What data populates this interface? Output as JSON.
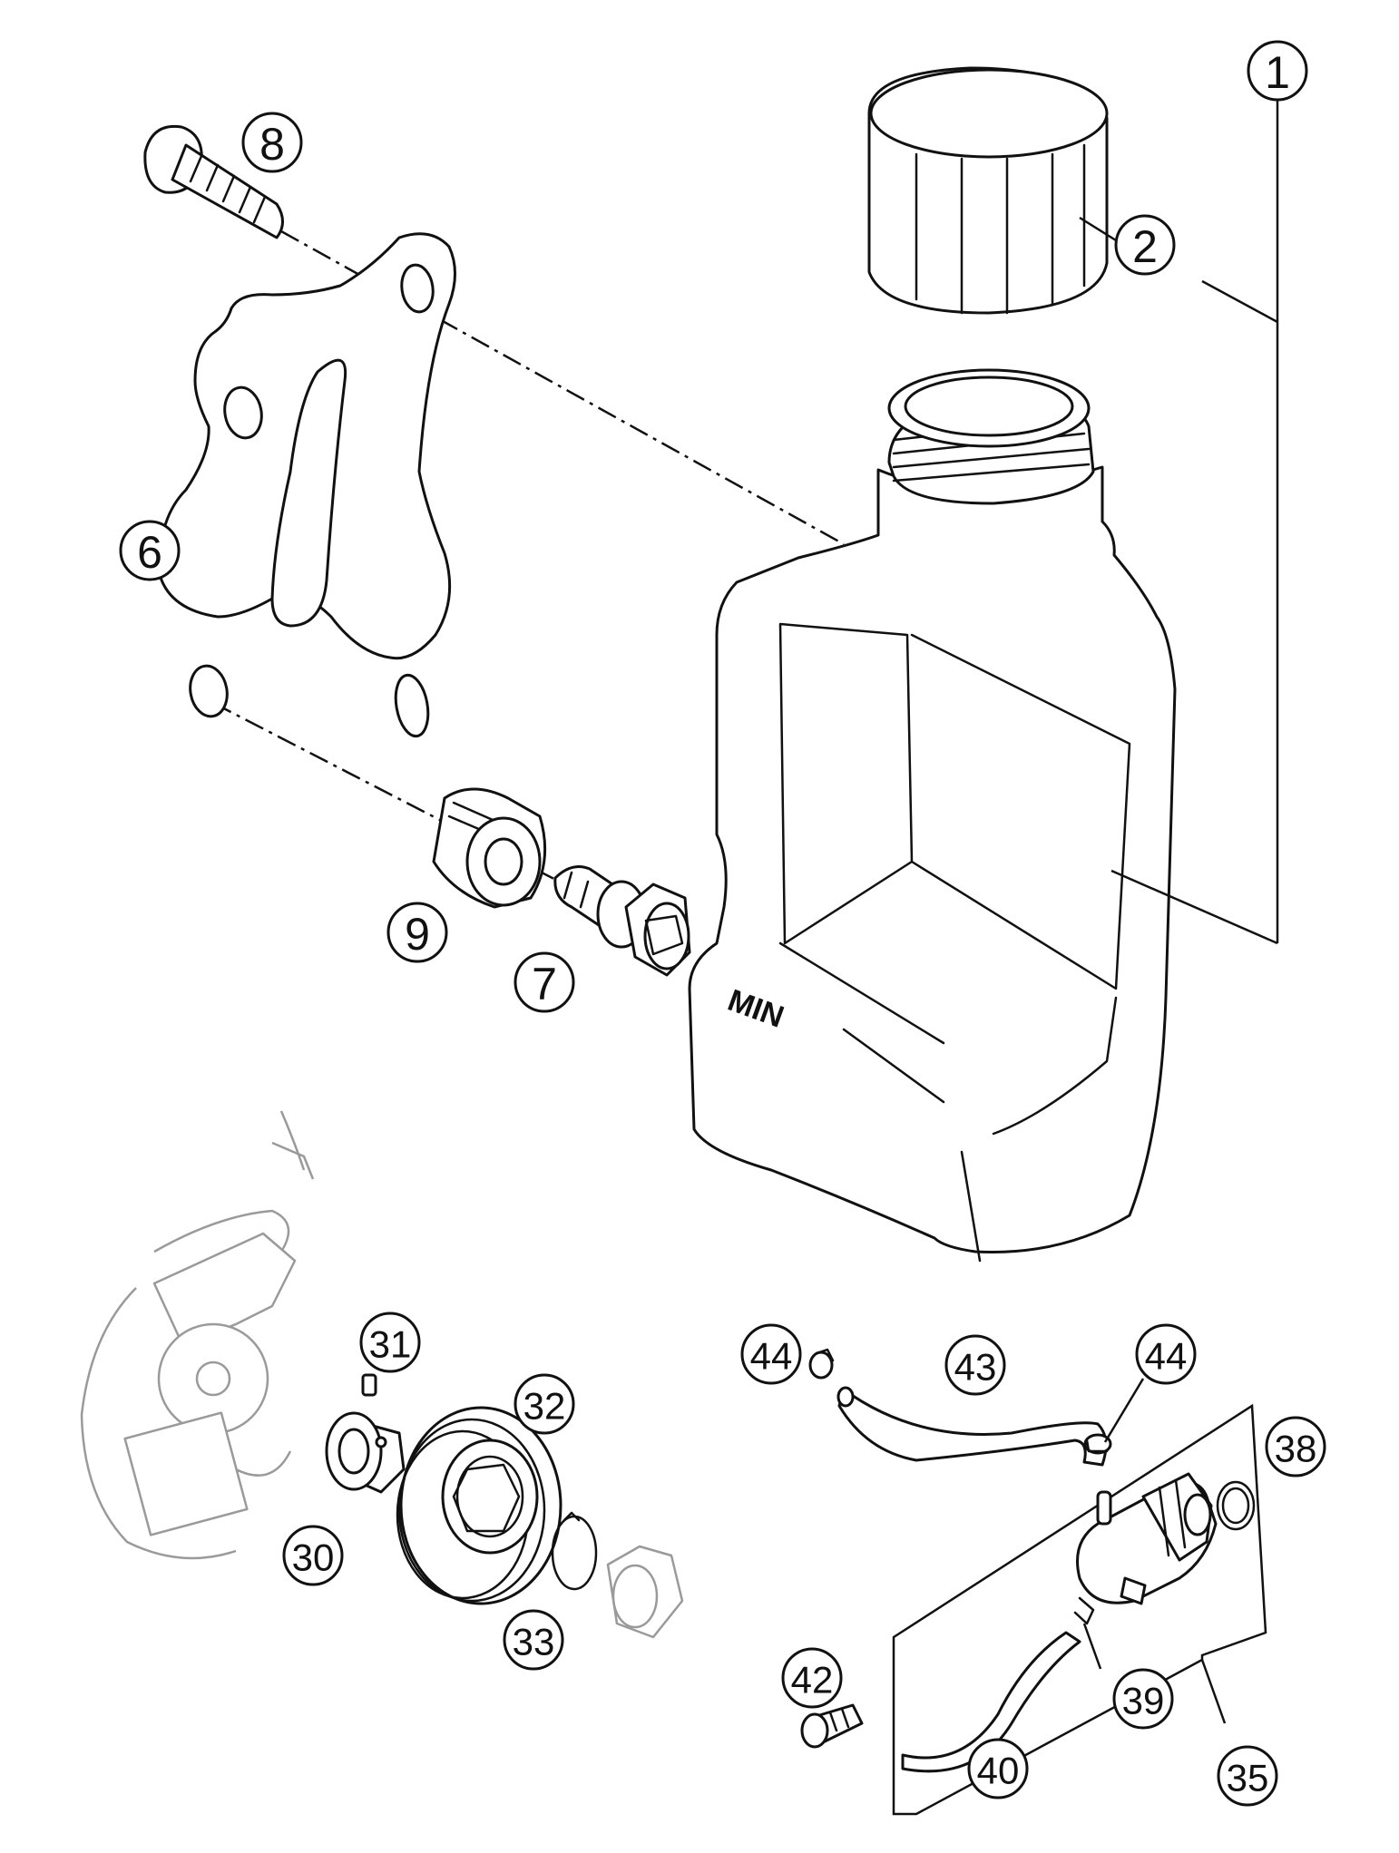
{
  "tank_label": "MIN",
  "callouts": {
    "c1": "1",
    "c2": "2",
    "c6": "6",
    "c7": "7",
    "c8": "8",
    "c9": "9",
    "c30": "30",
    "c31": "31",
    "c32": "32",
    "c33": "33",
    "c35": "35",
    "c38": "38",
    "c39": "39",
    "c40": "40",
    "c42": "42",
    "c43": "43",
    "c44a": "44",
    "c44b": "44"
  }
}
